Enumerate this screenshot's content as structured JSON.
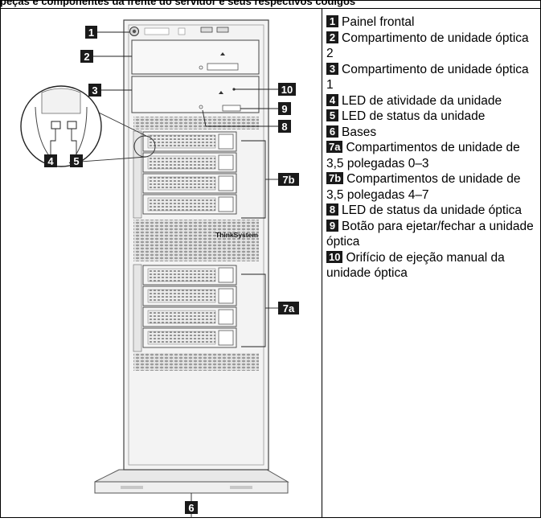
{
  "header_strip": "peças e componentes da frente do servidor e seus respectivos códigos",
  "figure": {
    "callouts": [
      {
        "id": "1",
        "label": "1"
      },
      {
        "id": "2",
        "label": "2"
      },
      {
        "id": "3",
        "label": "3"
      },
      {
        "id": "4",
        "label": "4"
      },
      {
        "id": "5",
        "label": "5"
      },
      {
        "id": "6",
        "label": "6"
      },
      {
        "id": "7a",
        "label": "7a"
      },
      {
        "id": "7b",
        "label": "7b"
      },
      {
        "id": "8",
        "label": "8"
      },
      {
        "id": "9",
        "label": "9"
      },
      {
        "id": "10",
        "label": "10"
      }
    ],
    "brand_text": "ThinkSystem"
  },
  "legend": [
    {
      "num": "1",
      "text": "Painel frontal"
    },
    {
      "num": "2",
      "text": "Compartimento de unidade óptica 2"
    },
    {
      "num": "3",
      "text": "Compartimento de unidade óptica 1"
    },
    {
      "num": "4",
      "text": "LED de atividade da unidade"
    },
    {
      "num": "5",
      "text": "LED de status da unidade"
    },
    {
      "num": "6",
      "text": "Bases"
    },
    {
      "num": "7a",
      "text": "Compartimentos de unidade de 3,5 polegadas 0–3"
    },
    {
      "num": "7b",
      "text": "Compartimentos de unidade de 3,5 polegadas 4–7"
    },
    {
      "num": "8",
      "text": "LED de status da unidade óptica"
    },
    {
      "num": "9",
      "text": "Botão para ejetar/fechar a unidade óptica"
    },
    {
      "num": "10",
      "text": "Orifício de ejeção manual da unidade óptica"
    }
  ]
}
